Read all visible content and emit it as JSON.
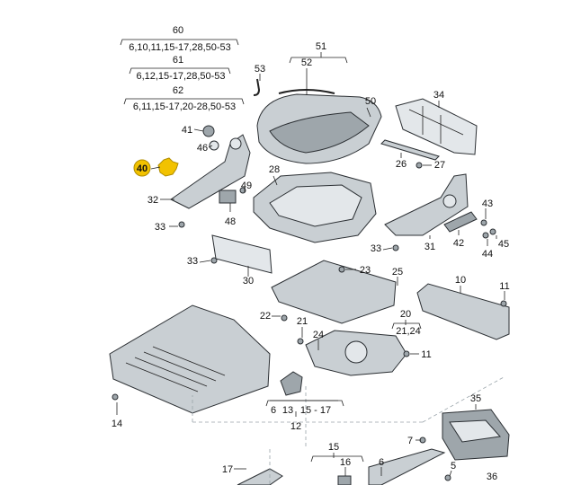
{
  "diagram": {
    "highlight_color": "#f2c200",
    "part_color": "#c9cfd3",
    "highlighted_part": "40",
    "sets": [
      {
        "id": "60",
        "members": "6,10,11,15-17,28,50-53"
      },
      {
        "id": "61",
        "members": "6,12,15-17,28,50-53"
      },
      {
        "id": "62",
        "members": "6,11,15-17,20-28,50-53"
      }
    ],
    "callouts": {
      "p51": "51",
      "p52": "52",
      "p53": "53",
      "p50": "50",
      "p34": "34",
      "p41": "41",
      "p46": "46",
      "p40": "40",
      "p28": "28",
      "p49": "49",
      "p32": "32",
      "p48": "48",
      "p33a": "33",
      "p26": "26",
      "p27": "27",
      "p43": "43",
      "p42": "42",
      "p45": "45",
      "p44": "44",
      "p33b": "33",
      "p31": "31",
      "p33c": "33",
      "p30": "30",
      "p23": "23",
      "p25": "25",
      "p10": "10",
      "p11a": "11",
      "p22": "22",
      "p21": "21",
      "p20": "20",
      "p2124": "21,24",
      "p24": "24",
      "p11b": "11",
      "p14": "14",
      "p6a": "6",
      "p13": "13",
      "p1517a": "15 - 17",
      "p12": "12",
      "p35": "35",
      "p7": "7",
      "p15": "15",
      "p16": "16",
      "p6b": "6",
      "p5": "5",
      "p36": "36",
      "p17": "17"
    }
  }
}
